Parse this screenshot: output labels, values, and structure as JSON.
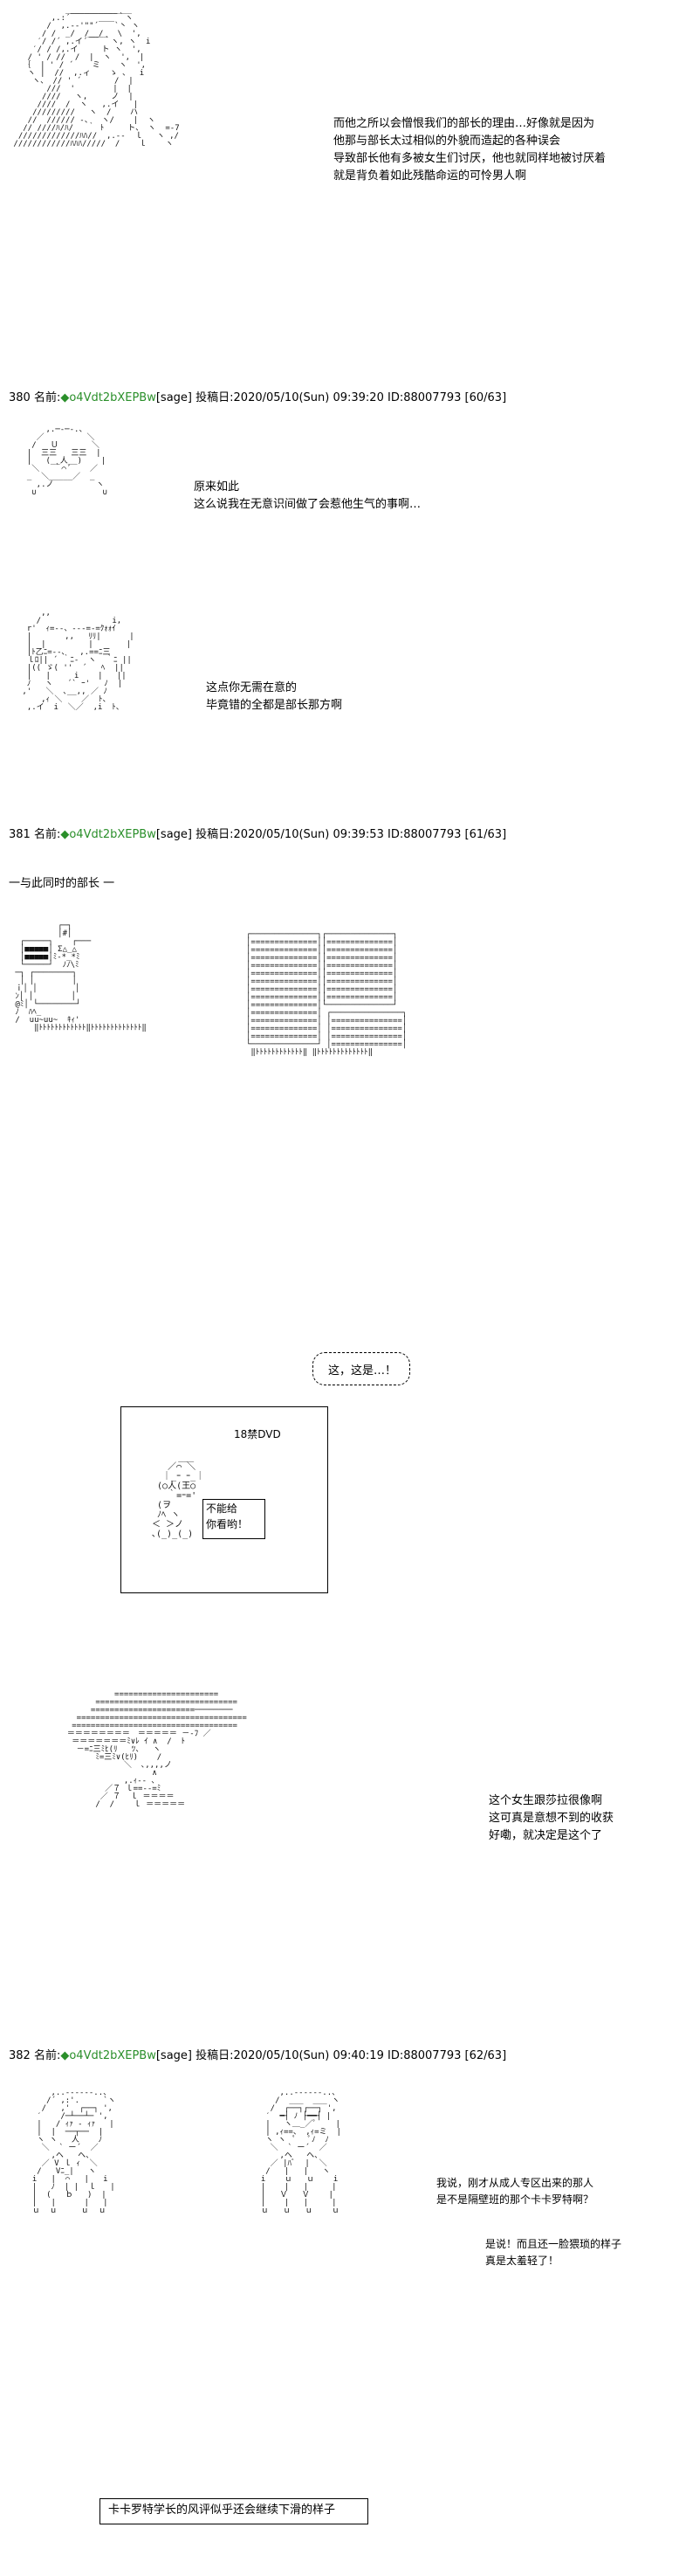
{
  "posts": [
    {
      "num": "380",
      "name_label": "名前:",
      "trip": "◆o4Vdt2bXEPBw",
      "mail": "[sage]",
      "date_label": "投稿日:",
      "date": "2020/05/10(Sun) 09:39:20",
      "id": "ID:88007793",
      "count": "[60/63]"
    },
    {
      "num": "381",
      "name_label": "名前:",
      "trip": "◆o4Vdt2bXEPBw",
      "mail": "[sage]",
      "date_label": "投稿日:",
      "date": "2020/05/10(Sun) 09:39:53",
      "id": "ID:88007793",
      "count": "[61/63]"
    },
    {
      "num": "382",
      "name_label": "名前:",
      "trip": "◆o4Vdt2bXEPBw",
      "mail": "[sage]",
      "date_label": "投稿日:",
      "date": "2020/05/10(Sun) 09:40:19",
      "id": "ID:88007793",
      "count": "[62/63]"
    }
  ],
  "dialogue": {
    "p1": "而他之所以会憎恨我们的部长的理由…好像就是因为\n他那与部长太过相似的外貌而造起的各种误会\n导致部长他有多被女生们讨厌，他也就同样地被讨厌着\n就是背负着如此残酷命运的可怜男人啊",
    "p2a": "原来如此\n这么说我在无意识间做了会惹他生气的事啊…",
    "p2b": "这点你无需在意的\n毕竟错的全都是部长那方啊",
    "caption": "一与此同时的部长 一",
    "bubble": "这，这是…！",
    "dvd_label": "18禁DVD",
    "dvd_text": "不能给\n你看哟！",
    "p3": "这个女生跟莎拉很像啊\n这可真是意想不到的收获\n好嘞，就决定是这个了",
    "p4a": "我说，刚才从成人专区出来的那人\n是不是隔壁班的那个卡卡罗特啊？",
    "p4b": "是说！而且还一脸猥琐的样子\n真是太羞轻了！",
    "footer": "卡卡罗特学长的风评似乎还会继续下滑的样子"
  },
  "art": {
    "a1": "            ______________\n         ,.:´￣￣￣￣￣￣｀ヽ\n        /  ,.-‐'\"\"´￣￣`丶 ヽ\n       / /  _/  /__/_  \\  ',\n      ′/ /´ ,.イ´￣￣｀ヽ, ヽ  i\n     ′/ / /,.イ     ト ヽ  ',\n    / ' / //  /  |  ヽ  ',  |\n   ｛  | ' / ´    ミ    ヽ  ',\n    ヽ |  //  ,.ィ    ゝ 、  i\n     ヽ、 // ' ´       /  |\n        ///  '        |  |\n       ////   ヽ,     ノ  |\n      ////  /  ヽ   ,.イ   |\n     /////////   ヽ  /    ハ\n    //  ////// -、  ヽ/    |  ヽ\n   // ////ﾊ/ﾊ/   ｀ ﾄ     ト、 ヽ  =‐7\n  /////////////ﾊﾊ//  ,.-‐  ｌ   ヽ ,/\n ////////////ﾊﾊﾊ/////  /    ｌ    ヽ",
    "a2": "      ,.─‐─‐.、\n    ／         ＼\n   /   Ｕ       ＼\n  |  三三   三三  |\n  |   (__人__)    |\n   ＼   ｀⌒´    ／\n  _  ＼_____／  _\n    ,.ノ         ヽ\n   ∪              ∪",
    "a3": "     ,,\n    /               i,\n  r'  ｨ=‐-、-‐-=‐=ｸｫｫｲ\n  |       ,,   ﾘﾘ|      |\n  |  |         |       |\n  |ﾄ乙ﾆ=‐-､   ,.==ﾆ三\n  ｌﾛ|| ´ ｀ﾆ-  ヽ  ｀ﾆ ||\n  |(( ゞ( ''  ´   ﾍ  ||\n  |   |     i    |   ||\n  ﾉ   ヽ   ´` ｰ'   ﾉ  |\n ,'   ＼  ､__,, ／ ﾉ\n     ,ｨ ＼    ／  ﾄ、\n  ,.イ  i  ＼／  ,i  ﾄ、",
    "a4": "          ┌─┐\n          │#│\n  ┌─────┐    ┌───\n  │■■■■■│ Σ△_△\n  │■■■■■│ﾐ-*_*ﾐ\n  └─────┘  ﾉﾉ\\ﾐ\n ─┐ ┌────────┐\n  │ │        │\n ｉ│ │        │\n ﾝ│ │        │\n @ﾐ│ └────────┘\n ﾉ  ﾊﾍ_\n /  uu~uu~  ｷｨ'\n     ‖ﾄﾄﾄﾄﾄﾄﾄﾄﾄﾄﾄﾄ‖ﾄﾄﾄﾄﾄﾄﾄﾄﾄﾄﾄﾄﾄ‖",
    "a5": "┌──────────────┐┌──────────────┐\n│==============││==============│\n│==============││==============│\n│==============││==============│\n│==============││==============│\n│==============││==============│\n│==============││==============│\n│==============││==============│\n│==============││==============│\n│==============│└──────────────┘\n│==============│ ┌───────────────┐\n│==============│ │===============│\n│==============│ │===============│\n│==============│ │===============│\n└──────────────┘ │===============│\n ‖ﾄﾄﾄﾄﾄﾄﾄﾄﾄﾄﾄﾄ‖ ‖ﾄﾄﾄﾄﾄﾄﾄﾄﾄﾄﾄﾄﾄ‖",
    "a6": "\n      ___\n    ／⌒ ＼\n   ｜_ｰ ｰ_｜\n  (○人(王○\n    ｀=ｰ='\n  (ヲ\n  ﾉﾍ ヽ\n ＜ ＞ノ\n ､(_)_(_)",
    "a7": "            ======================\n        ==============================\n       ======================────────\n    ====================================\n   ===================================\n  ＝＝＝＝＝＝＝＝　＝＝＝＝＝ －‐ﾌ ／\n   ＝＝＝＝＝＝＝ﾐ∨ﾚ ｲ ∧  /  ﾄ\n    －=ﾆ三ﾐﾋ(ﾘ   ﾂ、  ヽ\n        ﾐ=三ﾐ∨(ﾋﾘ)    /\n              ＼  ､,,,,ノ\n                    ∧\n              ,.ｨ‐- ､\n          ／７ ｌ==-‐=ﾐ\n         ／ ７  ｌ ＝＝＝＝\n        /  /    ｌ ＝＝＝＝＝",
    "a8": "      ,..-‐‐‐‐-..、\n     /´ ,:'.     `ヽ\n    /   ,'  ┌──┐ ',\n   ′    /─┴──┴─ ',\n   |   / ｨｧ ‐ ｨｧ   |\n   |  |  ──┬──  |\n   ヽ ヽ   人    ﾉ\n    ＼  ` ー´  ／\n      ,ヘ   ヘ、\n    ／ V ｌ ｨ  ＼\n   /   Vﾆ_|   ヽ\n  i   |  ⌒   |   i\n  |   ﾉ  | |  ｌ   |\n  |  (   ｂ   )  |\n  |   |      |   |\n  ｕ  ｕ     ｕ  ｕ",
    "a9": "      ,..-‐‐‐‐-..、\n     /  ___  ___ ヽ\n    /  ┌──┐┌──┐ ',\n   ′  ━┤ ﾉ ├━━┤ |\n   |   ヽ＿_／ﾟ    |\n   | ,ｨ==、 ,ｨ=ミ  |\n   ヽ ヽ  ﾟ   ﾟﾉ  ﾉ\n    ＼  ` ー´  ／\n      ,ヘ   ヘ、\n    ／ |ﾊﾞ  |  ＼\n   /   |   |   ヽ\n  i    ｕ   ｕ    i\n  |    |   |     |\n  |   Ｖ   Ｖ    |\n  |    |   |     |\n  ｕ   ｕ   ｕ    ｕ"
  }
}
